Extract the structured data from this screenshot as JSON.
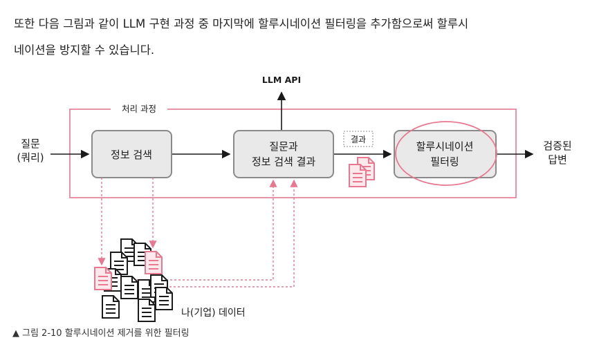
{
  "paragraph": {
    "line1": "또한 다음 그림과 같이 LLM 구현 과정 중 마지막에 할루시네이션 필터링을 추가함으로써 할루시",
    "line2": "네이션을 방지할 수 있습니다."
  },
  "diagram": {
    "top_label": "LLM API",
    "process_label": "처리 과정",
    "input_line1": "질문",
    "input_line2": "(쿼리)",
    "box1": "정보 검색",
    "box2_line1": "질문과",
    "box2_line2": "정보 검색 결과",
    "result_tag": "결과",
    "box3_line1": "할루시네이션",
    "box3_line2": "필터링",
    "output_line1": "검증된",
    "output_line2": "답변",
    "data_label": "나(기업) 데이터",
    "colors": {
      "accent": "#e8778f",
      "box_fill": "#e9e9e9",
      "box_stroke": "#8a8a8a",
      "ink": "#1a1a1a"
    }
  },
  "caption": {
    "marker": "▲",
    "text": "그림 2-10 할루시네이션 제거를 위한 필터링"
  }
}
